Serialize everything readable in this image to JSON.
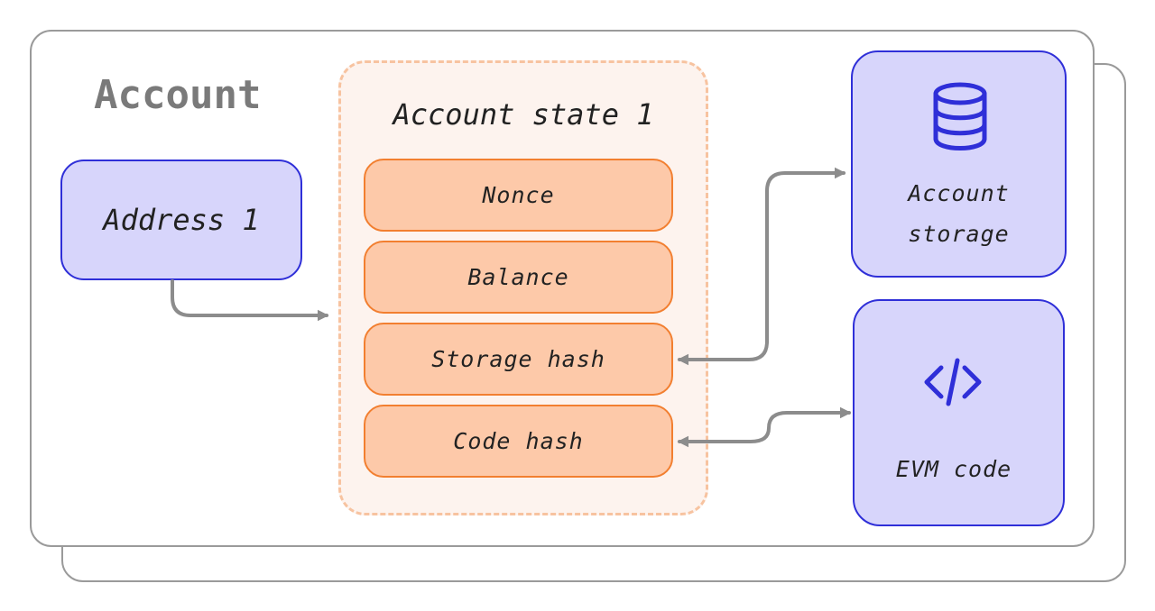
{
  "account": {
    "title": "Account",
    "address_label": "Address 1"
  },
  "account_state": {
    "title": "Account state 1",
    "fields": [
      "Nonce",
      "Balance",
      "Storage hash",
      "Code hash"
    ]
  },
  "storage": {
    "label_line1": "Account",
    "label_line2": "storage",
    "icon": "database-icon"
  },
  "evm": {
    "label": "EVM code",
    "icon": "code-icon"
  },
  "colors": {
    "card_border": "#9a9a9a",
    "title_gray": "#7a7a7a",
    "lavender_fill": "#d7d5fb",
    "blue_border": "#2f2fd8",
    "orange_fill": "#fdc9a9",
    "orange_border": "#f27f30",
    "group_fill": "#fdf3ee",
    "group_dash": "#f7c3a0",
    "arrow_gray": "#8c8c8c"
  }
}
